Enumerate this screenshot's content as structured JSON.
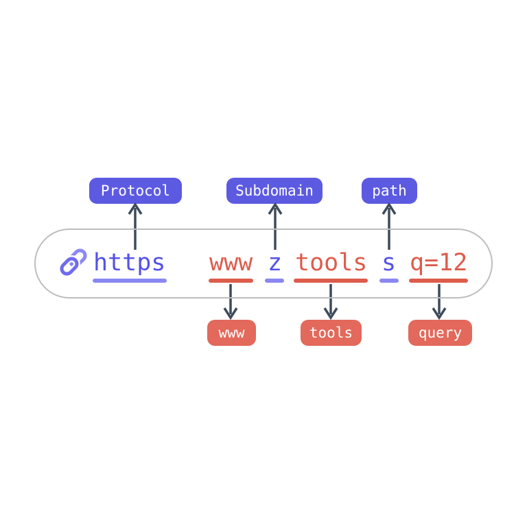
{
  "title": "URL anatomy diagram",
  "colors": {
    "background": "#ffffff",
    "indigo_badge": "#5d5ae2",
    "indigo_text": "#5451e8",
    "indigo_underline": "#8a87f2",
    "red_text": "#dd5c4c",
    "red_badge": "#e2695b",
    "badge_text": "#ffffff",
    "arrow": "#3e4b5b",
    "pill_border": "#bdbdbd"
  },
  "icons": [
    {
      "name": "link-icon",
      "meaning": "chain link / URL"
    }
  ],
  "diagram": {
    "top_labels": [
      {
        "label": "Protocol",
        "points_to_segment": "https"
      },
      {
        "label": "Subdomain",
        "points_to_segment": "z"
      },
      {
        "label": "path",
        "points_to_segment": "s"
      }
    ],
    "url_segments": [
      {
        "text": "https",
        "color": "indigo"
      },
      {
        "text": "www",
        "color": "red"
      },
      {
        "text": "z",
        "color": "indigo"
      },
      {
        "text": "tools",
        "color": "red"
      },
      {
        "text": "s",
        "color": "indigo"
      },
      {
        "text": "q=12",
        "color": "red"
      }
    ],
    "bottom_labels": [
      {
        "label": "www",
        "points_from_segment": "www"
      },
      {
        "label": "tools",
        "points_from_segment": "tools"
      },
      {
        "label": "query",
        "points_from_segment": "q=12"
      }
    ]
  }
}
